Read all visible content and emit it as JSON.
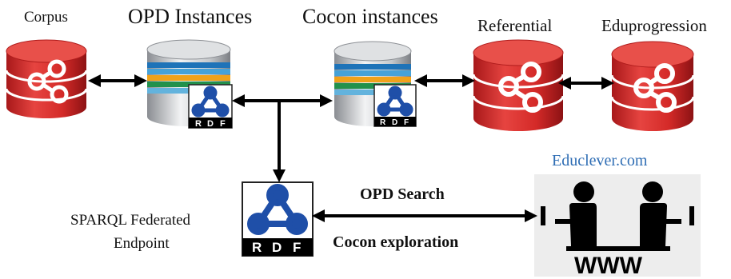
{
  "nodes": {
    "corpus": {
      "label": "Corpus"
    },
    "opd_instances": {
      "label": "OPD Instances"
    },
    "cocon_instances": {
      "label": "Cocon instances"
    },
    "referential": {
      "label": "Referential"
    },
    "eduprogression": {
      "label": "Eduprogression"
    },
    "sparql_endpoint": {
      "label_line1": "SPARQL Federated",
      "label_line2": "Endpoint"
    },
    "educlever": {
      "label": "Educlever.com"
    }
  },
  "edges": {
    "opd_search": "OPD Search",
    "cocon_exploration": "Cocon exploration"
  },
  "rdf_badge": {
    "letters": [
      "R",
      "D",
      "F"
    ]
  },
  "website_badge": "WWW",
  "colors": {
    "red_db": "#d9302c",
    "rdf_blue": "#1f4fa8",
    "link_blue": "#2e6db4",
    "arrow": "#000000"
  }
}
